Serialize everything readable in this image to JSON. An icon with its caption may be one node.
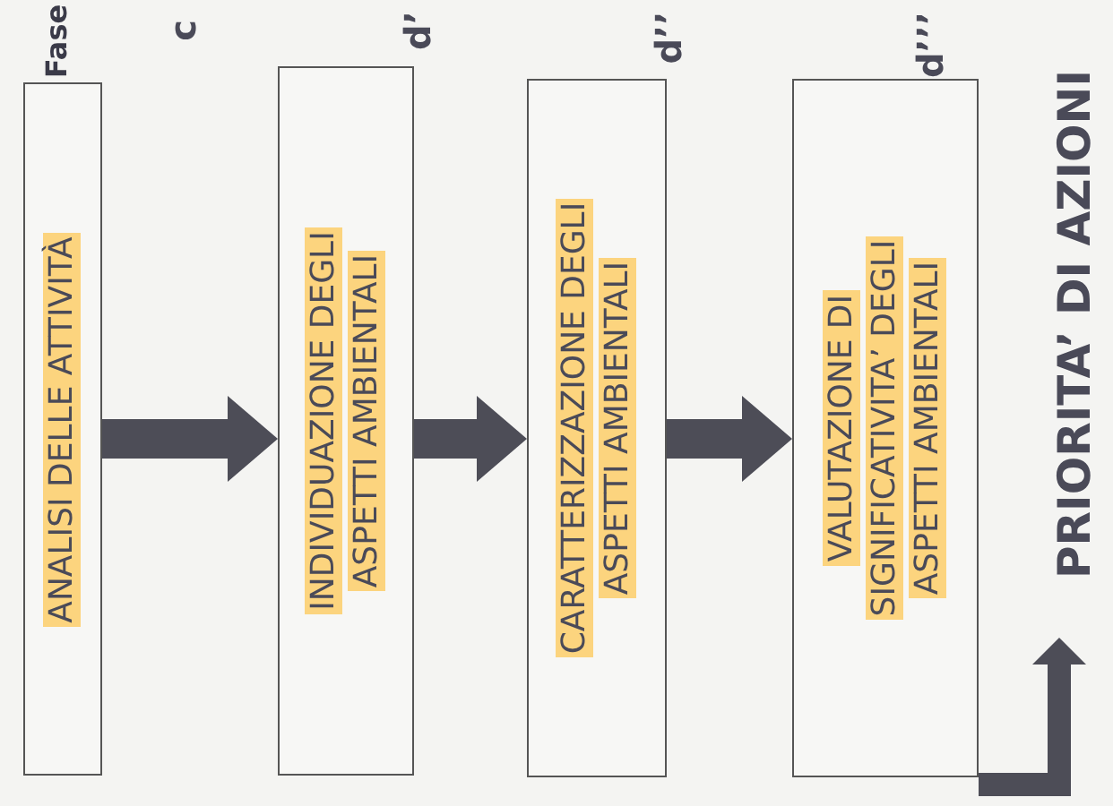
{
  "diagram": {
    "nodes": [
      {
        "text": [
          "ANALISI DELLE ATTIVITÀ"
        ],
        "beside": [
          "c"
        ]
      },
      {
        "text": [
          "INDIVIDUAZIONE DEGLI ASPETTI AMBIENTALI"
        ],
        "beside": [
          "d’"
        ]
      },
      {
        "text": [
          "CARATTERIZZAZIONE DEGLI ASPETTI AMBIENTALI"
        ],
        "beside": [
          "d’’"
        ]
      },
      {
        "text": [
          "VALUTAZIONE DI SIGNIFICATIVITA’ DEGLI ASPETTI AMBIENTALI"
        ],
        "beside": [
          "d’’’"
        ]
      },
      {
        "text": [
          "PRIORITA’ DI AZIONI"
        ]
      }
    ],
    "edges": [
      {
        "from": 0,
        "to": 1,
        "arrow": "to"
      },
      {
        "from": 1,
        "to": 2,
        "arrow": "to"
      },
      {
        "from": 2,
        "to": 3,
        "arrow": "to"
      },
      {
        "from": 3,
        "to": 4,
        "arrow": "to"
      }
    ],
    "labels": [
      "Fase"
    ]
  }
}
